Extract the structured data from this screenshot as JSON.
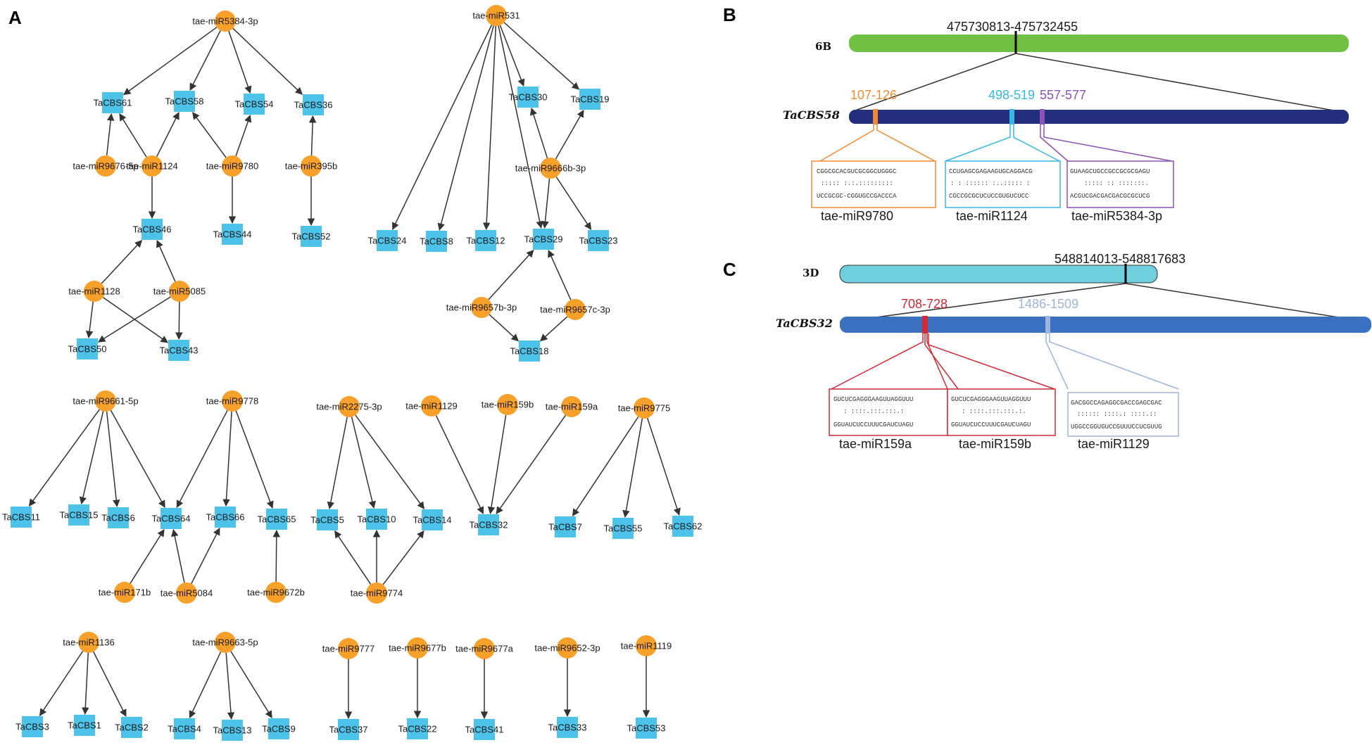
{
  "colors": {
    "mirna": "#f7a12a",
    "gene": "#4ec3ea",
    "edge": "#333333",
    "chrom6B": "#70c044",
    "gene58": "#232f7c",
    "chrom3D": "#6fcfdd",
    "gene32": "#3b6fc0",
    "orange": "#f48a2e",
    "cyan": "#35b7e5",
    "purple": "#8b52b7",
    "red": "#d12a35",
    "lightblue": "#9db4de"
  },
  "panels": {
    "a": "A",
    "b": "B",
    "c": "C"
  },
  "network": {
    "nodes": [
      {
        "id": "m5384",
        "kind": "mirna",
        "label": "tae-miR5384-3p"
      },
      {
        "id": "g61",
        "kind": "gene",
        "label": "TaCBS61"
      },
      {
        "id": "g58",
        "kind": "gene",
        "label": "TaCBS58"
      },
      {
        "id": "g54",
        "kind": "gene",
        "label": "TaCBS54"
      },
      {
        "id": "g36",
        "kind": "gene",
        "label": "TaCBS36"
      },
      {
        "id": "m9676",
        "kind": "mirna",
        "label": "tae-miR9676-5p"
      },
      {
        "id": "m1124",
        "kind": "mirna",
        "label": "tae-miR1124"
      },
      {
        "id": "m9780",
        "kind": "mirna",
        "label": "tae-miR9780"
      },
      {
        "id": "m395b",
        "kind": "mirna",
        "label": "tae-miR395b"
      },
      {
        "id": "g46",
        "kind": "gene",
        "label": "TaCBS46"
      },
      {
        "id": "g44",
        "kind": "gene",
        "label": "TaCBS44"
      },
      {
        "id": "g52",
        "kind": "gene",
        "label": "TaCBS52"
      },
      {
        "id": "m1128",
        "kind": "mirna",
        "label": "tae-miR1128"
      },
      {
        "id": "m5085",
        "kind": "mirna",
        "label": "tae-miR5085"
      },
      {
        "id": "g50",
        "kind": "gene",
        "label": "TaCBS50"
      },
      {
        "id": "g43",
        "kind": "gene",
        "label": "TaCBS43"
      },
      {
        "id": "m531",
        "kind": "mirna",
        "label": "tae-miR531"
      },
      {
        "id": "g30",
        "kind": "gene",
        "label": "TaCBS30"
      },
      {
        "id": "g19",
        "kind": "gene",
        "label": "TaCBS19"
      },
      {
        "id": "m9666b",
        "kind": "mirna",
        "label": "tae-miR9666b-3p"
      },
      {
        "id": "g24",
        "kind": "gene",
        "label": "TaCBS24"
      },
      {
        "id": "g8",
        "kind": "gene",
        "label": "TaCBS8"
      },
      {
        "id": "g12",
        "kind": "gene",
        "label": "TaCBS12"
      },
      {
        "id": "g29",
        "kind": "gene",
        "label": "TaCBS29"
      },
      {
        "id": "g23",
        "kind": "gene",
        "label": "TaCBS23"
      },
      {
        "id": "m9657b",
        "kind": "mirna",
        "label": "tae-miR9657b-3p"
      },
      {
        "id": "m9657c",
        "kind": "mirna",
        "label": "tae-miR9657c-3p"
      },
      {
        "id": "g18",
        "kind": "gene",
        "label": "TaCBS18"
      },
      {
        "id": "m9661",
        "kind": "mirna",
        "label": "tae-miR9661-5p"
      },
      {
        "id": "m9778",
        "kind": "mirna",
        "label": "tae-miR9778"
      },
      {
        "id": "g11",
        "kind": "gene",
        "label": "TaCBS11"
      },
      {
        "id": "g15",
        "kind": "gene",
        "label": "TaCBS15"
      },
      {
        "id": "g6",
        "kind": "gene",
        "label": "TaCBS6"
      },
      {
        "id": "g64",
        "kind": "gene",
        "label": "TaCBS64"
      },
      {
        "id": "g66",
        "kind": "gene",
        "label": "TaCBS66"
      },
      {
        "id": "g65",
        "kind": "gene",
        "label": "TaCBS65"
      },
      {
        "id": "m171b",
        "kind": "mirna",
        "label": "tae-miR171b"
      },
      {
        "id": "m5084",
        "kind": "mirna",
        "label": "tae-miR5084"
      },
      {
        "id": "m9672b",
        "kind": "mirna",
        "label": "tae-miR9672b"
      },
      {
        "id": "m2275",
        "kind": "mirna",
        "label": "tae-miR2275-3p"
      },
      {
        "id": "g5",
        "kind": "gene",
        "label": "TaCBS5"
      },
      {
        "id": "g10",
        "kind": "gene",
        "label": "TaCBS10"
      },
      {
        "id": "g14",
        "kind": "gene",
        "label": "TaCBS14"
      },
      {
        "id": "m9774",
        "kind": "mirna",
        "label": "tae-miR9774"
      },
      {
        "id": "m1129",
        "kind": "mirna",
        "label": "tae-miR1129"
      },
      {
        "id": "m159b",
        "kind": "mirna",
        "label": "tae-miR159b"
      },
      {
        "id": "m159a",
        "kind": "mirna",
        "label": "tae-miR159a"
      },
      {
        "id": "g32",
        "kind": "gene",
        "label": "TaCBS32"
      },
      {
        "id": "m9775",
        "kind": "mirna",
        "label": "tae-miR9775"
      },
      {
        "id": "g7",
        "kind": "gene",
        "label": "TaCBS7"
      },
      {
        "id": "g55",
        "kind": "gene",
        "label": "TaCBS55"
      },
      {
        "id": "g62",
        "kind": "gene",
        "label": "TaCBS62"
      },
      {
        "id": "m1136",
        "kind": "mirna",
        "label": "tae-miR1136"
      },
      {
        "id": "g3",
        "kind": "gene",
        "label": "TaCBS3"
      },
      {
        "id": "g1",
        "kind": "gene",
        "label": "TaCBS1"
      },
      {
        "id": "g2",
        "kind": "gene",
        "label": "TaCBS2"
      },
      {
        "id": "m9663",
        "kind": "mirna",
        "label": "tae-miR9663-5p"
      },
      {
        "id": "g4",
        "kind": "gene",
        "label": "TaCBS4"
      },
      {
        "id": "g13",
        "kind": "gene",
        "label": "TaCBS13"
      },
      {
        "id": "g9",
        "kind": "gene",
        "label": "TaCBS9"
      },
      {
        "id": "m9777",
        "kind": "mirna",
        "label": "tae-miR9777"
      },
      {
        "id": "m9677b",
        "kind": "mirna",
        "label": "tae-miR9677b"
      },
      {
        "id": "m9677a",
        "kind": "mirna",
        "label": "tae-miR9677a"
      },
      {
        "id": "m9652",
        "kind": "mirna",
        "label": "tae-miR9652-3p"
      },
      {
        "id": "m1119",
        "kind": "mirna",
        "label": "tae-miR1119"
      },
      {
        "id": "g37",
        "kind": "gene",
        "label": "TaCBS37"
      },
      {
        "id": "g22",
        "kind": "gene",
        "label": "TaCBS22"
      },
      {
        "id": "g41",
        "kind": "gene",
        "label": "TaCBS41"
      },
      {
        "id": "g33",
        "kind": "gene",
        "label": "TaCBS33"
      },
      {
        "id": "g53",
        "kind": "gene",
        "label": "TaCBS53"
      }
    ],
    "edges": [
      [
        "m5384",
        "g61"
      ],
      [
        "m5384",
        "g58"
      ],
      [
        "m5384",
        "g54"
      ],
      [
        "m5384",
        "g36"
      ],
      [
        "m9676",
        "g61"
      ],
      [
        "m1124",
        "g61"
      ],
      [
        "m1124",
        "g58"
      ],
      [
        "m1124",
        "g46"
      ],
      [
        "m9780",
        "g58"
      ],
      [
        "m9780",
        "g54"
      ],
      [
        "m9780",
        "g44"
      ],
      [
        "m395b",
        "g36"
      ],
      [
        "m395b",
        "g52"
      ],
      [
        "m1128",
        "g46"
      ],
      [
        "m1128",
        "g50"
      ],
      [
        "m1128",
        "g43"
      ],
      [
        "m5085",
        "g46"
      ],
      [
        "m5085",
        "g50"
      ],
      [
        "m5085",
        "g43"
      ],
      [
        "m531",
        "g24"
      ],
      [
        "m531",
        "g8"
      ],
      [
        "m531",
        "g12"
      ],
      [
        "m531",
        "g29"
      ],
      [
        "m531",
        "g30"
      ],
      [
        "m531",
        "g19"
      ],
      [
        "m9666b",
        "g30"
      ],
      [
        "m9666b",
        "g19"
      ],
      [
        "m9666b",
        "g29"
      ],
      [
        "m9666b",
        "g23"
      ],
      [
        "m9657b",
        "g29"
      ],
      [
        "m9657b",
        "g18"
      ],
      [
        "m9657c",
        "g29"
      ],
      [
        "m9657c",
        "g18"
      ],
      [
        "m9661",
        "g11"
      ],
      [
        "m9661",
        "g15"
      ],
      [
        "m9661",
        "g6"
      ],
      [
        "m9661",
        "g64"
      ],
      [
        "m9778",
        "g64"
      ],
      [
        "m9778",
        "g66"
      ],
      [
        "m9778",
        "g65"
      ],
      [
        "m171b",
        "g64"
      ],
      [
        "m5084",
        "g64"
      ],
      [
        "m5084",
        "g66"
      ],
      [
        "m9672b",
        "g65"
      ],
      [
        "m2275",
        "g5"
      ],
      [
        "m2275",
        "g10"
      ],
      [
        "m2275",
        "g14"
      ],
      [
        "m9774",
        "g5"
      ],
      [
        "m9774",
        "g10"
      ],
      [
        "m9774",
        "g14"
      ],
      [
        "m1129",
        "g32"
      ],
      [
        "m159b",
        "g32"
      ],
      [
        "m159a",
        "g32"
      ],
      [
        "m9775",
        "g7"
      ],
      [
        "m9775",
        "g55"
      ],
      [
        "m9775",
        "g62"
      ],
      [
        "m1136",
        "g3"
      ],
      [
        "m1136",
        "g1"
      ],
      [
        "m1136",
        "g2"
      ],
      [
        "m9663",
        "g4"
      ],
      [
        "m9663",
        "g13"
      ],
      [
        "m9663",
        "g9"
      ],
      [
        "m9777",
        "g37"
      ],
      [
        "m9677b",
        "g22"
      ],
      [
        "m9677a",
        "g41"
      ],
      [
        "m9652",
        "g33"
      ],
      [
        "m1119",
        "g53"
      ]
    ]
  },
  "panel_b": {
    "chrom": "6B",
    "coords": "475730813-475732455",
    "gene": "TaCBS58",
    "sites": [
      {
        "range": "107-126",
        "mirna": "tae-miR9780",
        "align": [
          "CGGCGCACGUCGCGGCUGGGC",
          ":::::  :.:.:::::::::",
          "UCCGCGC-CGGUGCCGACCCA"
        ]
      },
      {
        "range": "498-519",
        "mirna": "tae-miR1124",
        "align": [
          "CCUGAGCGAGAAGUGCAGGACG",
          ": : :::::: :..::::: :",
          "CGCCGCGCUCUCCGUGUCUCC"
        ]
      },
      {
        "range": "557-577",
        "mirna": "tae-miR5384-3p",
        "align": [
          "GUAAGCUGCCGCCGCGCGAGU",
          "::::: :: :::::::.",
          "ACGUCGACGACGACGCGCUCG"
        ]
      }
    ]
  },
  "panel_c": {
    "chrom": "3D",
    "coords": "548814013-548817683",
    "gene": "TaCBS32",
    "sites": [
      {
        "range": "708-728"
      },
      {
        "range": "1486-1509"
      }
    ],
    "boxes": [
      {
        "mirna": "tae-miR159a",
        "align": [
          "GUCUCGAGGGAAGUUAGGUUU",
          ": ::::.:::.:::.:",
          "GGUAUCUCCUUUCGAUCUAGU"
        ]
      },
      {
        "mirna": "tae-miR159b",
        "align": [
          "GUCUCGAGGGAAGUUAGGUUU",
          ": ::::.:::.:::.:.",
          "GGUAUCUCCUUUCGAUCUAGU"
        ]
      },
      {
        "mirna": "tae-miR1129",
        "align": [
          "GACGGCCAGAGGCGACCGAGCGAC",
          ":::::: ::::.:   ::::.::",
          "UGGCCGGUGUCCGUUUCCUCGUUG"
        ]
      }
    ]
  }
}
